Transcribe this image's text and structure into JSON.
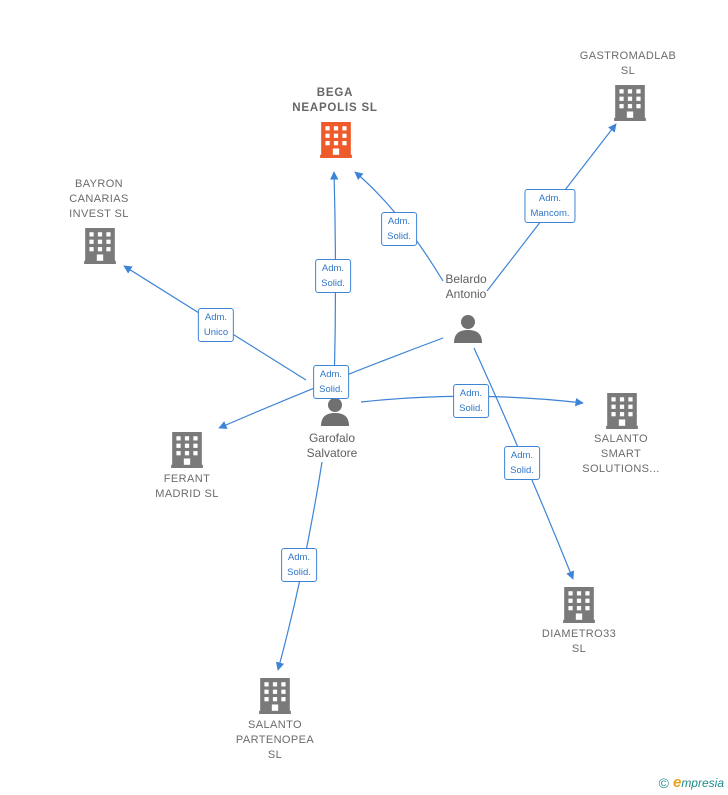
{
  "colors": {
    "edge": "#3d84d6",
    "building": "#7a7a7a",
    "building_main": "#ef5a2a",
    "person": "#707070",
    "label": "#6b6b6b"
  },
  "nodes": {
    "bega": {
      "label": [
        "BEGA",
        "NEAPOLIS  SL"
      ],
      "type": "company",
      "main": true,
      "icon": "building-icon"
    },
    "gastro": {
      "label": [
        "GASTROMADLAB",
        "SL"
      ],
      "type": "company",
      "icon": "building-icon"
    },
    "bayron": {
      "label": [
        "BAYRON",
        "CANARIAS",
        "INVEST  SL"
      ],
      "type": "company",
      "icon": "building-icon"
    },
    "ferant": {
      "label": [
        "FERANT",
        "MADRID  SL"
      ],
      "type": "company",
      "icon": "building-icon"
    },
    "salanto_smart": {
      "label": [
        "SALANTO",
        "SMART",
        "SOLUTIONS..."
      ],
      "type": "company",
      "icon": "building-icon"
    },
    "diametro": {
      "label": [
        "DIAMETRO33",
        "SL"
      ],
      "type": "company",
      "icon": "building-icon"
    },
    "salanto_part": {
      "label": [
        "SALANTO",
        "PARTENOPEA",
        "SL"
      ],
      "type": "company",
      "icon": "building-icon"
    },
    "belardo": {
      "label": [
        "Belardo",
        "Antonio"
      ],
      "type": "person",
      "icon": "person-icon"
    },
    "garofalo": {
      "label": [
        "Garofalo",
        "Salvatore"
      ],
      "type": "person",
      "icon": "person-icon"
    }
  },
  "relations": [
    {
      "id": "belardo-bega",
      "label": [
        "Adm.",
        "Solid."
      ]
    },
    {
      "id": "belardo-gastro",
      "label": [
        "Adm.",
        "Mancom."
      ]
    },
    {
      "id": "garofalo-bega",
      "label": [
        "Adm.",
        "Solid."
      ]
    },
    {
      "id": "garofalo-bayron",
      "label": [
        "Adm.",
        "Unico"
      ]
    },
    {
      "id": "belardo-ferant",
      "label": [
        "Adm.",
        "Solid."
      ]
    },
    {
      "id": "garofalo-salanto-smart",
      "label": [
        "Adm.",
        "Solid."
      ]
    },
    {
      "id": "belardo-diametro",
      "label": [
        "Adm.",
        "Solid."
      ]
    },
    {
      "id": "garofalo-salanto-part",
      "label": [
        "Adm.",
        "Solid."
      ]
    }
  ],
  "footer": {
    "copyright": "©",
    "brand_initial": "e",
    "brand_rest": "mpresia"
  }
}
